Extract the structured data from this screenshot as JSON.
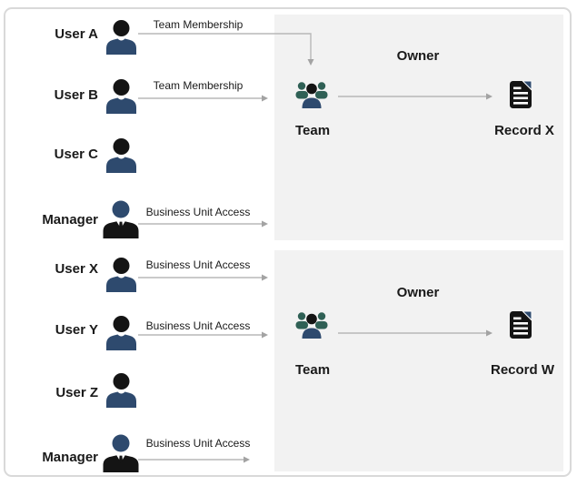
{
  "diagram_title": "",
  "left_rows": [
    {
      "name": "User A",
      "icon": "user",
      "connector": "Team Membership"
    },
    {
      "name": "User B",
      "icon": "user",
      "connector": "Team Membership"
    },
    {
      "name": "User C",
      "icon": "user",
      "connector": ""
    },
    {
      "name": "Manager",
      "icon": "manager",
      "connector": "Business Unit Access"
    },
    {
      "name": "User X",
      "icon": "user",
      "connector": "Business Unit Access"
    },
    {
      "name": "User Y",
      "icon": "user",
      "connector": "Business Unit Access"
    },
    {
      "name": "User Z",
      "icon": "user",
      "connector": ""
    },
    {
      "name": "Manager",
      "icon": "manager",
      "connector": "Business Unit Access"
    }
  ],
  "panels": [
    {
      "owner_label": "Owner",
      "team_label": "Team",
      "record_label": "Record X"
    },
    {
      "owner_label": "Owner",
      "team_label": "Team",
      "record_label": "Record W"
    }
  ],
  "icons": {
    "user": "person-silhouette",
    "manager": "business-person-silhouette",
    "team": "people-group",
    "record": "document"
  },
  "colors": {
    "person_head": "#141414",
    "person_body": "#2e4a6e",
    "manager_head": "#2e4a6e",
    "manager_suit": "#141414",
    "team_back_figures": "#2f6055",
    "record_body": "#141414",
    "record_fold": "#2e4a6e",
    "panel_background": "#f2f2f2",
    "arrow_line": "#b8b8b8",
    "arrow_head": "#a3a3a3",
    "frame_border": "#d9d9d9",
    "text": "#1a1a1a"
  }
}
